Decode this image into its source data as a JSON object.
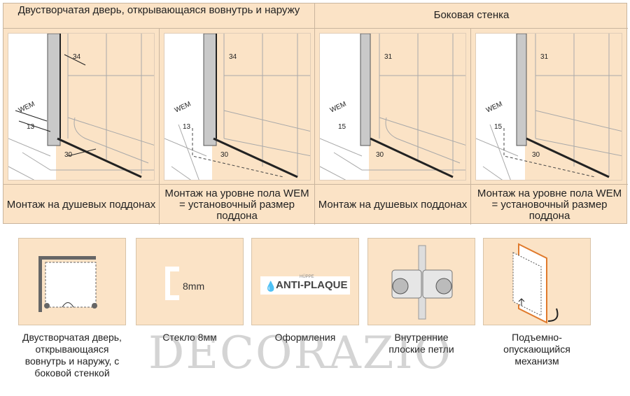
{
  "header": {
    "left_title": "Двустворчатая дверь, открывающаяся вовнутрь и наружу",
    "right_title": "Боковая стенка"
  },
  "diagrams": [
    {
      "dim_top": "34",
      "dim_side": "13",
      "dim_bottom": "30",
      "wem": "WEM"
    },
    {
      "dim_top": "34",
      "dim_side": "13",
      "dim_bottom": "30",
      "wem": "WEM"
    },
    {
      "dim_top": "31",
      "dim_side": "15",
      "dim_bottom": "30",
      "wem": "WEM"
    },
    {
      "dim_top": "31",
      "dim_side": "15",
      "dim_bottom": "30",
      "wem": "WEM"
    }
  ],
  "captions": [
    "Монтаж на душевых поддонах",
    "Монтаж на уровне пола WEM = установочный размер поддона",
    "Монтаж на душевых поддонах",
    "Монтаж на уровне пола WEM = установочный размер поддона"
  ],
  "features": [
    {
      "label": "Двустворчатая дверь, открывающаяся вовнутрь и наружу, с боковой стенкой",
      "icon": "door-plan-icon"
    },
    {
      "label": "Стекло 8мм",
      "icon_text": "8mm",
      "icon": "glass-thickness-icon"
    },
    {
      "label": "Оформления",
      "icon_text": "ANTI-PLAQUE",
      "icon_small": "HÜPPE",
      "icon": "anti-plaque-icon"
    },
    {
      "label": "Внутренние плоские петли",
      "icon": "hinge-icon"
    },
    {
      "label": "Подъемно-опускающийся механизм",
      "icon": "lift-mechanism-icon"
    }
  ],
  "watermark": "DECORAZIO",
  "colors": {
    "panel": "#fbe3c6",
    "border": "#c9b59e",
    "accent": "#e07a2c"
  }
}
